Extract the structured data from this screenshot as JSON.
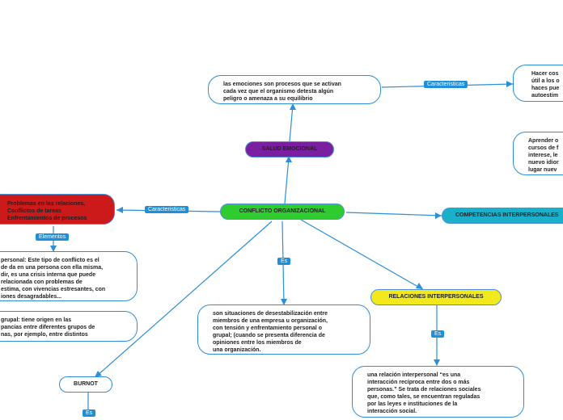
{
  "nodes": {
    "central": "CONFLICTO ORGANIZACIONAL",
    "salud": "SALUD EMOCIONAL",
    "emociones": "las emociones son procesos que se activan\ncada vez que el organismo detesta algún\npeligro o amenaza a su equilibrio",
    "hacer": "Hacer cos\nútil a los o\nhaces pue\nautoestim",
    "aprender": "Aprender o\ncursos de f\ninterese, le\nnuevo idior\nlugar nuev",
    "competencias": "COMPETENCIAS INTERPERSONALES",
    "relaciones": "RELACIONES INTERPERSONALES",
    "relacion_def": "una relación interpersonal “es una\ninteracción recíproca entre dos o más\npersonas.” Se trata de relaciones sociales\nque, como tales, se encuentran reguladas\npor las leyes e instituciones de la\ninteracción social.",
    "desestabilizacion": "son situaciones de desestabilización entre\nmiembros de una empresa u organización,\ncon tensión y enfrentamiento personal o\ngrupal; (cuando se presenta diferencia de\nopiniones entre los miembros de\nuna organización.",
    "problemas": "Problemas en las relaciones,\nConflictos de tareas\nEnfrentamientos de procesos",
    "intrapersonal": "personal: Este tipo de conflicto es el\nde da en una persona con ella misma,\ndir, es una crisis interna que puede\nrelacionada con problemas de\nestima, con vivencias estresantes, con\niones desagradables...",
    "grupal": "grupal: tiene origen en las\npancias entre diferentes grupos de\nnas, por ejemplo, entre distintos",
    "burnot": "BURNOT"
  },
  "labels": {
    "caracteristicas_top": "Caracteristicas",
    "caracteristicas_left": "Caracteristicas",
    "elementos": "Elementos",
    "es_center": "Es",
    "es_relaciones": "Es",
    "es_burnot": "Es"
  },
  "colors": {
    "line": "#2d8fd5",
    "central": "#2ecc2e",
    "salud": "#7a1fa0",
    "competencias": "#1ab0c9",
    "relaciones": "#f2e91c",
    "problemas": "#cc1a1a",
    "tag": "#1f8fd9"
  }
}
